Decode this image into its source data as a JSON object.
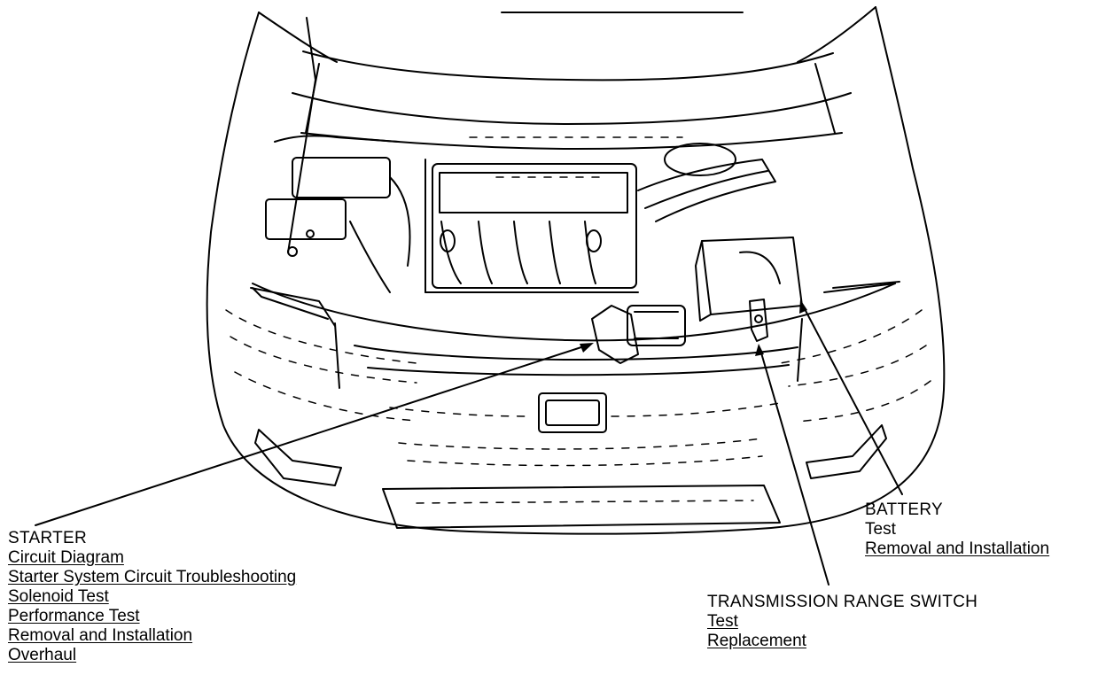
{
  "diagram": {
    "callouts": [
      {
        "id": "starter",
        "title": "STARTER",
        "links": [
          "Circuit Diagram",
          "Starter System Circuit Troubleshooting",
          "Solenoid Test",
          "Performance Test",
          "Removal and Installation",
          "Overhaul"
        ]
      },
      {
        "id": "battery",
        "title": "BATTERY",
        "plain": "Test",
        "links": [
          "Removal and Installation"
        ]
      },
      {
        "id": "transmission-range-switch",
        "title": "TRANSMISSION RANGE SWITCH",
        "links": [
          "Test",
          "Replacement"
        ]
      }
    ]
  }
}
